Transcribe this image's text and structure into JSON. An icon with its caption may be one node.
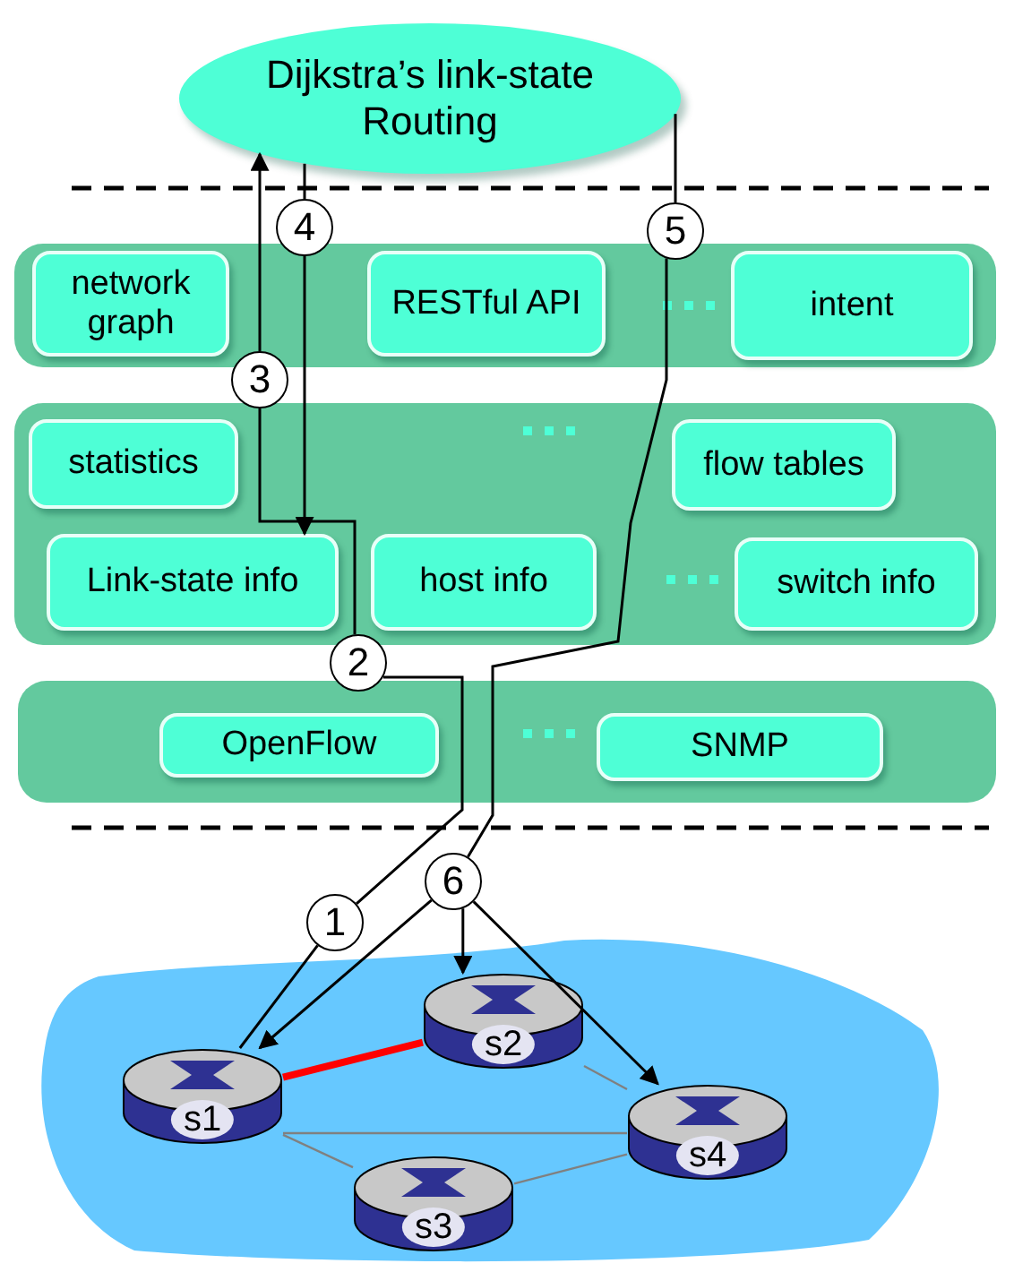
{
  "diagram": {
    "nodes": [
      {
        "text": [
          "Dijkstra’s link-state Routing"
        ]
      },
      {
        "text": [],
        "shape": "box"
      },
      {
        "text": [
          "network graph"
        ],
        "in": 1
      },
      {
        "text": [
          "RESTful API"
        ],
        "in": 1
      },
      {
        "text": [
          "intent"
        ],
        "in": 1
      },
      {
        "text": [],
        "shape": "box"
      },
      {
        "text": [
          "statistics"
        ],
        "in": 5
      },
      {
        "text": [
          "flow tables"
        ],
        "in": 5
      },
      {
        "text": [
          "Link-state info"
        ],
        "in": 5
      },
      {
        "text": [
          "host info"
        ],
        "in": 5
      },
      {
        "text": [
          "switch info"
        ],
        "in": 5
      },
      {
        "text": [],
        "shape": "box"
      },
      {
        "text": [
          "OpenFlow"
        ],
        "in": 11
      },
      {
        "text": [
          "SNMP"
        ],
        "in": 11
      },
      {
        "text": [],
        "shape": "cloud"
      },
      {
        "text": [
          "s1"
        ],
        "in": 14
      },
      {
        "text": [
          "s2"
        ],
        "in": 14
      },
      {
        "text": [
          "s3"
        ],
        "in": 14
      },
      {
        "text": [
          "s4"
        ],
        "in": 14
      },
      {
        "text": [
          "1"
        ]
      },
      {
        "text": [
          "2"
        ]
      },
      {
        "text": [
          "3"
        ]
      },
      {
        "text": [
          "4"
        ]
      },
      {
        "text": [
          "5"
        ]
      },
      {
        "text": [
          "6"
        ]
      }
    ],
    "edges": [
      {
        "from": 15,
        "to": 19,
        "arrow": "none"
      },
      {
        "from": 19,
        "to": 20,
        "arrow": "none"
      },
      {
        "from": 20,
        "to": 21,
        "arrow": "none"
      },
      {
        "from": 21,
        "to": 0,
        "arrow": "to"
      },
      {
        "from": 0,
        "to": 22,
        "arrow": "none"
      },
      {
        "from": 22,
        "to": 8,
        "arrow": "to"
      },
      {
        "from": 0,
        "to": 23,
        "arrow": "none"
      },
      {
        "from": 23,
        "to": 24,
        "arrow": "none"
      },
      {
        "from": 24,
        "to": 15,
        "arrow": "to"
      },
      {
        "from": 24,
        "to": 16,
        "arrow": "to"
      },
      {
        "from": 24,
        "to": 18,
        "arrow": "to"
      },
      {
        "from": 15,
        "to": 16,
        "arrow": "none",
        "style": "thick",
        "color": "#ff0000"
      },
      {
        "from": 15,
        "to": 18,
        "arrow": "none",
        "color": "#808080"
      },
      {
        "from": 15,
        "to": 17,
        "arrow": "none",
        "color": "#808080"
      },
      {
        "from": 16,
        "to": 18,
        "arrow": "none",
        "color": "#808080"
      },
      {
        "from": 17,
        "to": 18,
        "arrow": "none",
        "color": "#808080"
      }
    ]
  }
}
